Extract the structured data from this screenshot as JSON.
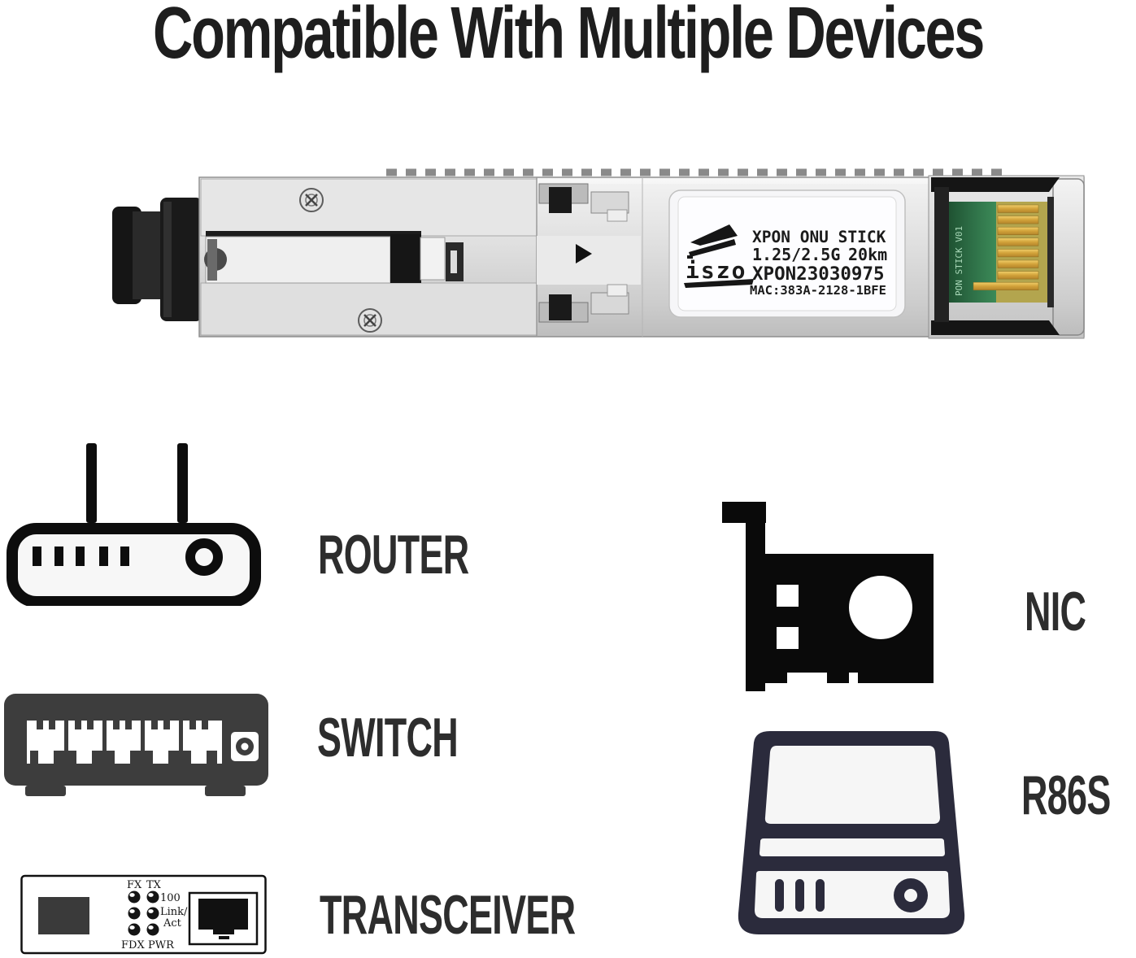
{
  "title": "Compatible With Multiple Devices",
  "module": {
    "label": {
      "brand": "iszo",
      "product": "XPON ONU STICK",
      "rate": "1.25/2.5G",
      "distance": "20km",
      "serial": "XPON23030975",
      "mac": "MAC:383A-2128-1BFE"
    },
    "pcb_text": "PON STICK V01"
  },
  "devices": [
    {
      "label": "ROUTER"
    },
    {
      "label": "NIC"
    },
    {
      "label": "SWITCH"
    },
    {
      "label": "R86S"
    },
    {
      "label": "TRANSCEIVER"
    }
  ],
  "transceiver_panel": {
    "led_top_left": "FX",
    "led_top_right": "TX",
    "led_100": "100",
    "led_link": "Link/",
    "led_act": "Act",
    "led_bottom_left": "FDX",
    "led_bottom_right": "PWR"
  },
  "colors": {
    "title_text": "#1e1e1e",
    "device_label_text": "#2d2d2d",
    "icon_black": "#0d0d0d",
    "switch_gray": "#3d3d3d",
    "r86s_navy": "#2b2b3c",
    "pcb_green": "#2e7047",
    "gold_finger": "#d2a23a",
    "connector_black": "#1a1a1a",
    "shell_silver": "#d9d9d9"
  }
}
